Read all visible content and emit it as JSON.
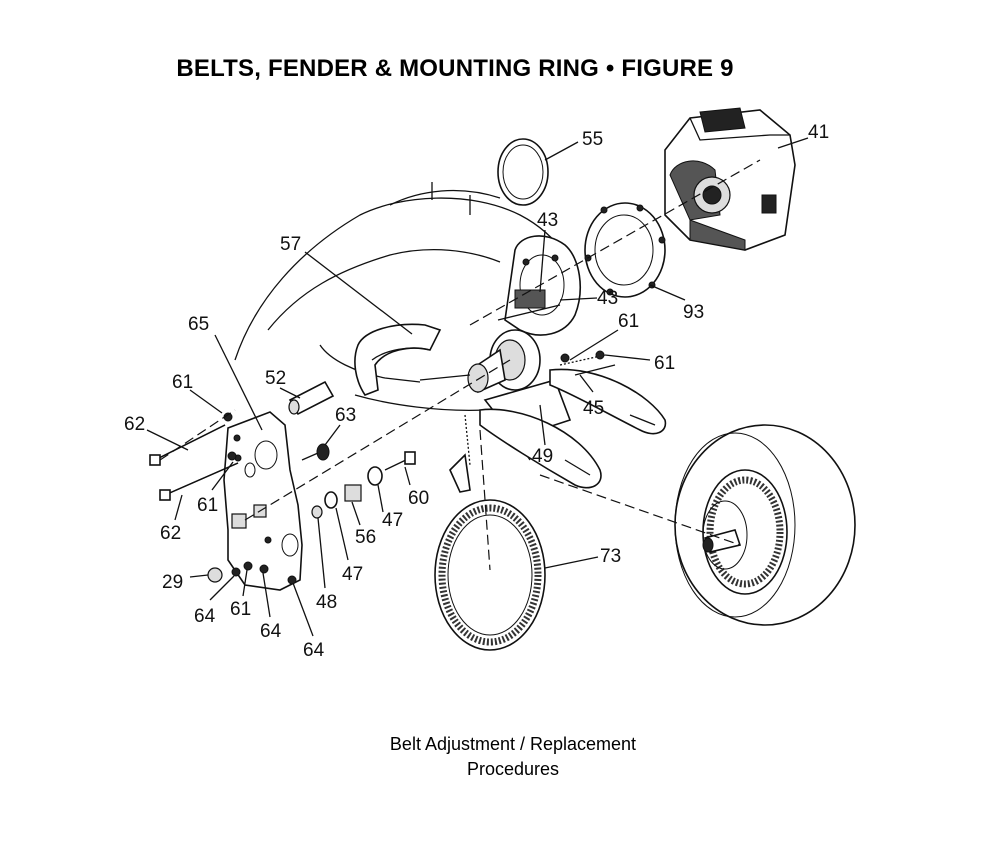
{
  "title": "BELTS, FENDER & MOUNTING RING  •  FIGURE 9",
  "caption": {
    "line1": "Belt Adjustment / Replacement",
    "line2": "Procedures"
  },
  "callouts": {
    "c55": "55",
    "c41": "41",
    "c43a": "43",
    "c43b": "43",
    "c93": "93",
    "c57": "57",
    "c65": "65",
    "c61a": "61",
    "c61b": "61",
    "c61c": "61",
    "c61d": "61",
    "c61e": "61",
    "c52": "52",
    "c62a": "62",
    "c62b": "62",
    "c63": "63",
    "c45": "45",
    "c49": "49",
    "c60": "60",
    "c47a": "47",
    "c47b": "47",
    "c56": "56",
    "c48": "48",
    "c29": "29",
    "c64a": "64",
    "c64b": "64",
    "c64c": "64",
    "c73": "73"
  }
}
